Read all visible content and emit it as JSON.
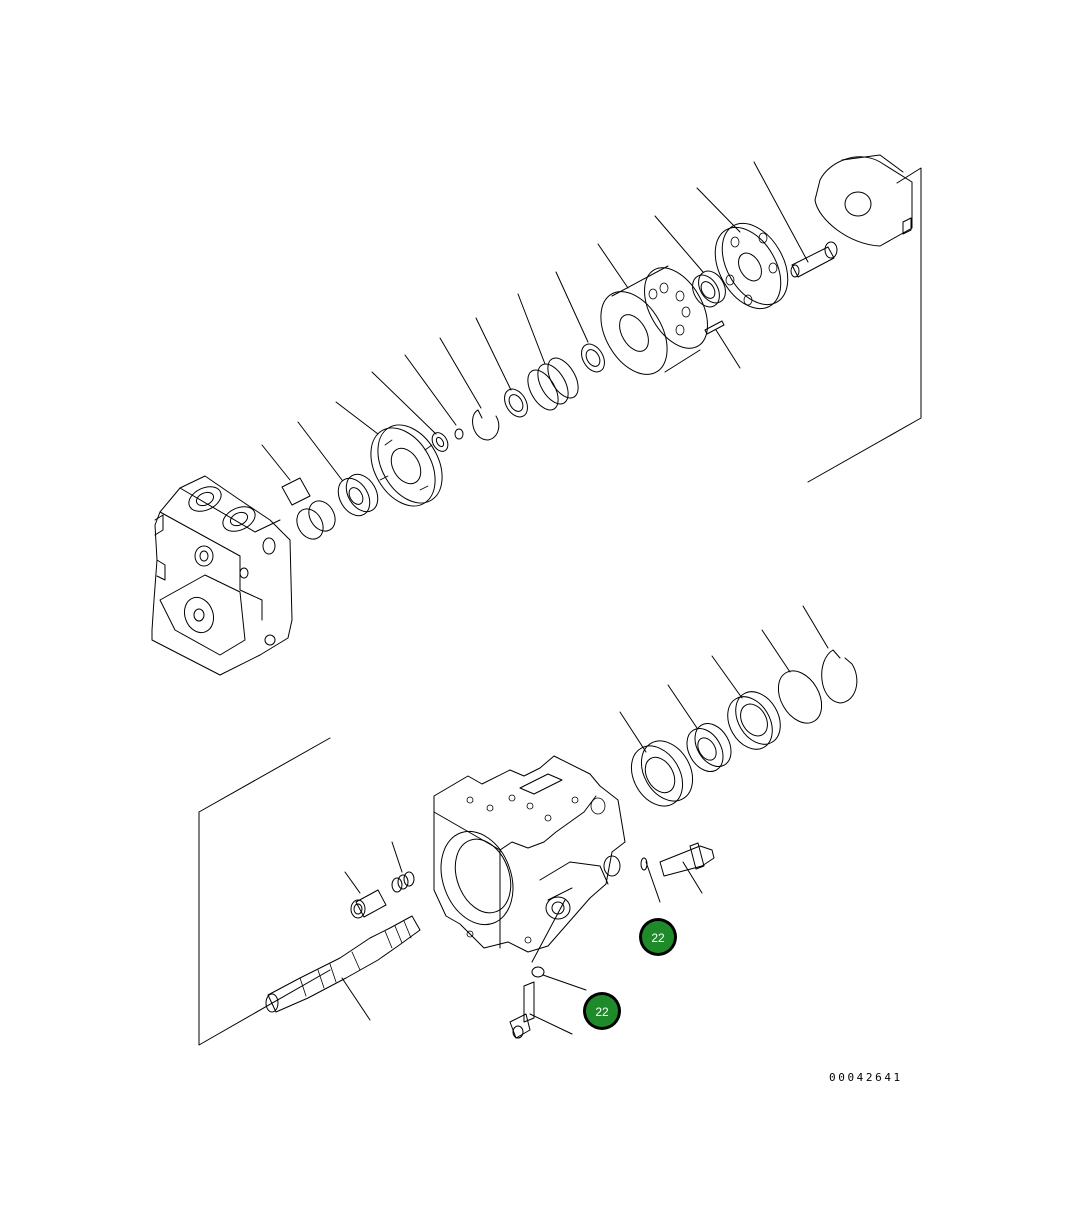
{
  "callouts": [
    {
      "id": "callout-1",
      "label": "22",
      "color": "#1f8a2a"
    },
    {
      "id": "callout-2",
      "label": "22",
      "color": "#1f8a2a"
    }
  ],
  "drawing_code": "00042641"
}
